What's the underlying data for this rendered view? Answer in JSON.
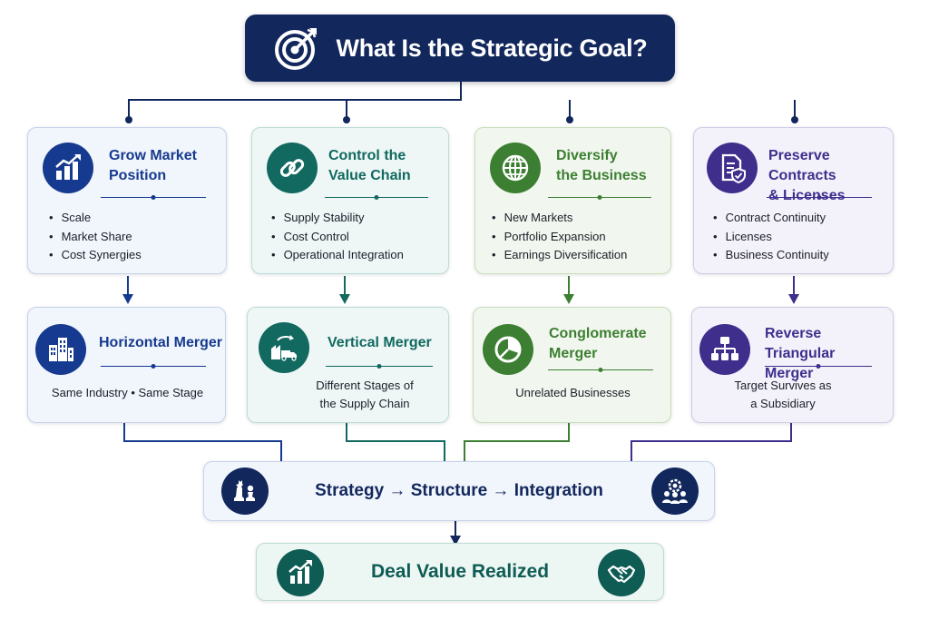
{
  "title": "What Is the Strategic Goal?",
  "goals": [
    {
      "title_line1": "Grow Market",
      "title_line2": "Position",
      "icon": "growth-chart-icon",
      "bullets": [
        "Scale",
        "Market Share",
        "Cost Synergies"
      ]
    },
    {
      "title_line1": "Control the",
      "title_line2": "Value Chain",
      "icon": "chain-link-icon",
      "bullets": [
        "Supply Stability",
        "Cost Control",
        "Operational Integration"
      ]
    },
    {
      "title_line1": "Diversify",
      "title_line2": "the Business",
      "icon": "globe-icon",
      "bullets": [
        "New Markets",
        "Portfolio Expansion",
        "Earnings Diversification"
      ]
    },
    {
      "title_line1": "Preserve Contracts",
      "title_line2": "& Licenses",
      "icon": "document-shield-icon",
      "bullets": [
        "Contract Continuity",
        "Licenses",
        "Business Continuity"
      ]
    }
  ],
  "mergers": [
    {
      "title_line1": "Horizontal Merger",
      "title_line2": "",
      "icon": "buildings-icon",
      "desc_line1": "Same Industry • Same Stage",
      "desc_line2": ""
    },
    {
      "title_line1": "Vertical Merger",
      "title_line2": "",
      "icon": "factory-truck-icon",
      "desc_line1": "Different Stages of",
      "desc_line2": "the Supply Chain"
    },
    {
      "title_line1": "Conglomerate",
      "title_line2": "Merger",
      "icon": "pie-chart-icon",
      "desc_line1": "Unrelated Businesses",
      "desc_line2": ""
    },
    {
      "title_line1": "Reverse Triangular",
      "title_line2": "Merger",
      "icon": "org-chart-icon",
      "desc_line1": "Target Survives as",
      "desc_line2": "a Subsidiary"
    }
  ],
  "process": {
    "text": "Strategy → Structure → Integration",
    "left_icon": "chess-pieces-icon",
    "right_icon": "team-gear-icon"
  },
  "outcome": {
    "text": "Deal Value Realized",
    "left_icon": "growth-chart-icon",
    "right_icon": "handshake-icon"
  },
  "colors": {
    "navy": "#12275c",
    "blue": "#163a8f",
    "teal": "#11695f",
    "green": "#3c7f32",
    "purple": "#3f2e8c"
  }
}
